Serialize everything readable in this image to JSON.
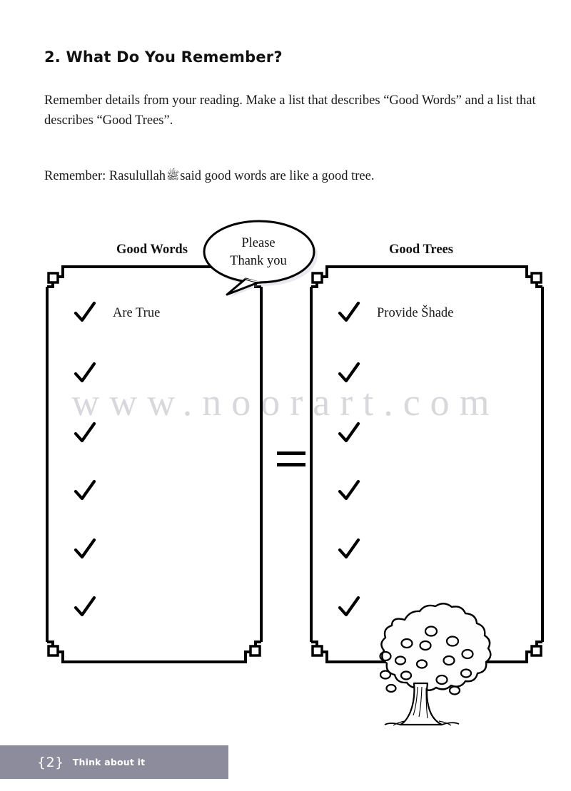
{
  "page": {
    "title": "2. What Do You Remember?",
    "intro": "Remember details from your reading.  Make a list that describes “Good Words” and a list that describes “Good Trees”.",
    "remember_prefix": "Remember:  Rasulullah",
    "salawat_glyph": "ﷺ",
    "remember_suffix": "said good words are like a good tree."
  },
  "watermark": {
    "text": "www.noorart.com",
    "color": "#d8d8dc"
  },
  "speech_bubble": {
    "line1": "Please",
    "line2": "Thank you"
  },
  "equals": {
    "symbol": "="
  },
  "columns": [
    {
      "heading": "Good Words",
      "items": [
        {
          "check": "✓",
          "label": "Are True"
        },
        {
          "check": "✓",
          "label": ""
        },
        {
          "check": "✓",
          "label": ""
        },
        {
          "check": "✓",
          "label": ""
        },
        {
          "check": "✓",
          "label": ""
        },
        {
          "check": "✓",
          "label": ""
        }
      ]
    },
    {
      "heading": "Good Trees",
      "items": [
        {
          "check": "✓",
          "label": "Provide Šhade"
        },
        {
          "check": "✓",
          "label": ""
        },
        {
          "check": "✓",
          "label": ""
        },
        {
          "check": "✓",
          "label": ""
        },
        {
          "check": "✓",
          "label": ""
        },
        {
          "check": "✓",
          "label": ""
        }
      ]
    }
  ],
  "footer": {
    "page_number": "{2}",
    "label": "Think about it",
    "background_color": "#8d8c9c",
    "text_color": "#ffffff"
  }
}
